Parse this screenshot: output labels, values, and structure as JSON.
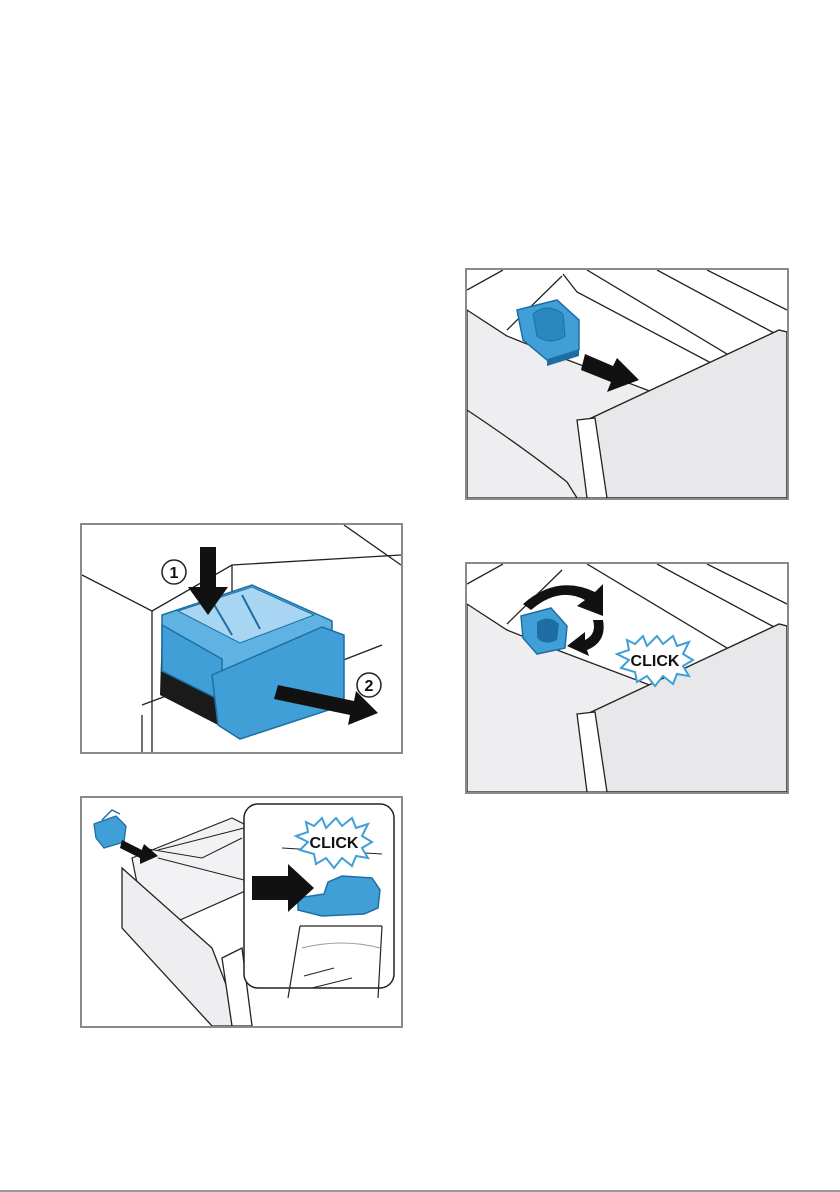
{
  "figures": {
    "remove_drawer": {
      "step_1": "1",
      "step_2": "2",
      "icon": "drawer-removal-illustration"
    },
    "insert_insert": {
      "click": "CLICK",
      "icon": "insert-click-illustration"
    },
    "pull_insert": {
      "icon": "pull-out-insert-illustration"
    },
    "rotate_insert": {
      "click": "CLICK",
      "icon": "rotate-insert-illustration"
    }
  },
  "colors": {
    "frame": "#8a8a8a",
    "blue": "#3f9fd6",
    "blue_dark": "#1d6fa3",
    "line": "#222222",
    "arrow": "#111111"
  }
}
